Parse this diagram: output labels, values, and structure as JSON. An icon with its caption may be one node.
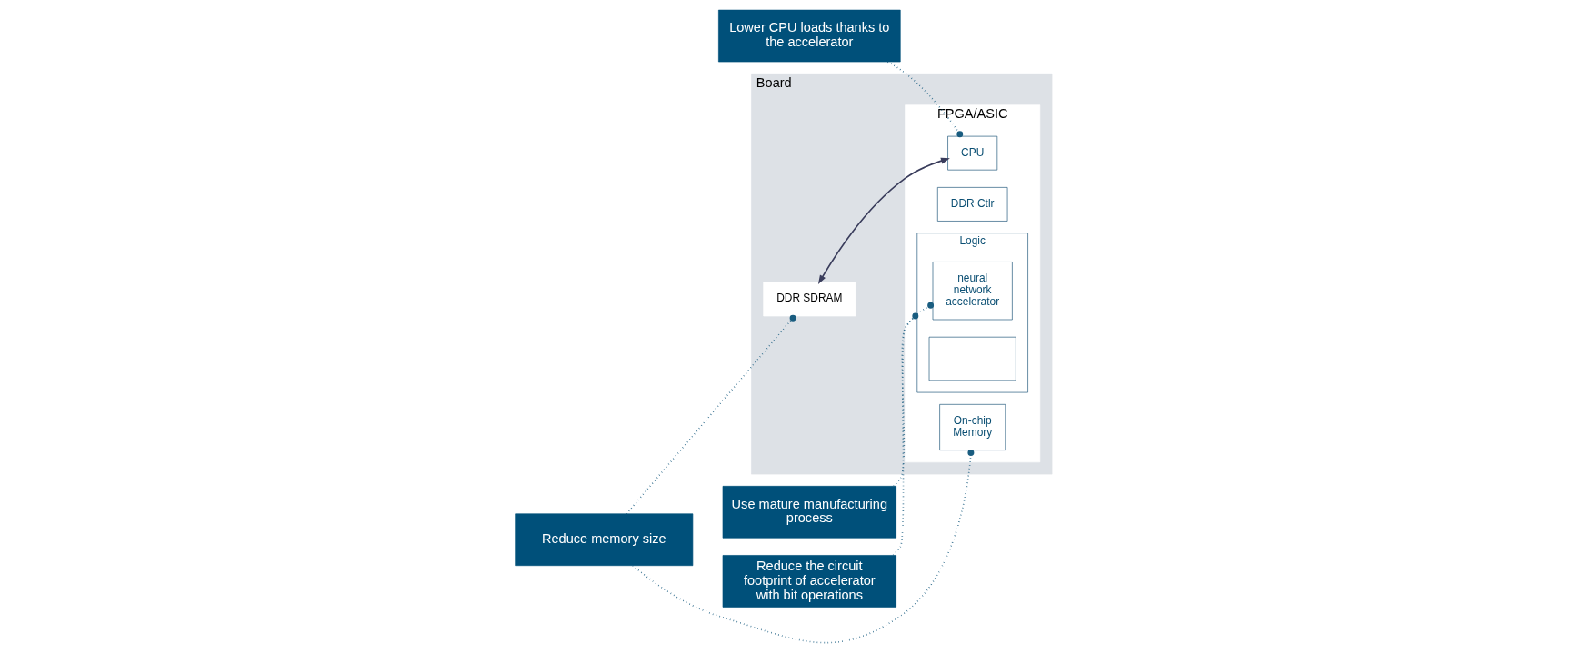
{
  "diagram": {
    "nodes": [
      {
        "text": [
          "Board"
        ]
      },
      {
        "text": [
          "DDR SDRAM"
        ],
        "in": 0
      },
      {
        "text": [
          "FPGA/ASIC"
        ],
        "in": 0
      },
      {
        "text": [
          "DDR Ctlr"
        ],
        "in": 2
      },
      {
        "text": [
          "CPU"
        ],
        "in": 2
      },
      {
        "text": [
          "On-chip Memory"
        ],
        "in": 2
      },
      {
        "text": [
          "Logic"
        ],
        "in": 2
      },
      {
        "text": [
          "neural network accelerator"
        ],
        "in": 6
      },
      {
        "text": [],
        "shape": "box",
        "in": 6
      },
      {
        "text": [
          "Lower CPU loads thanks to the accelerator"
        ]
      },
      {
        "text": [
          "Use mature manufacturing process"
        ]
      },
      {
        "text": [
          "Reduce the circuit footprint of accelerator with bit operations"
        ]
      },
      {
        "text": [
          "Reduce memory size"
        ]
      }
    ],
    "edges": [
      {
        "from": 1,
        "to": 4,
        "arrow": "both",
        "color": "#3a3d5c"
      },
      {
        "from": 9,
        "to": 4,
        "arrow": "other",
        "style": "dashed"
      },
      {
        "from": 10,
        "to": 6,
        "arrow": "other",
        "style": "dashed"
      },
      {
        "from": 11,
        "to": 7,
        "arrow": "other",
        "style": "dashed"
      },
      {
        "from": 12,
        "to": 1,
        "arrow": "other",
        "style": "dashed"
      },
      {
        "from": 12,
        "to": 5,
        "arrow": "other",
        "style": "dashed"
      }
    ]
  }
}
